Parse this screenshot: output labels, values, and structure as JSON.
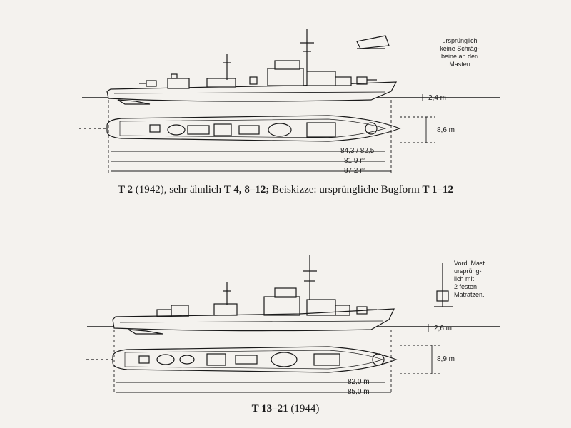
{
  "caption_top": {
    "parts": [
      {
        "text": "T 2",
        "bold": true
      },
      {
        "text": " (1942), sehr ähnlich ",
        "bold": false
      },
      {
        "text": "T 4, 8–12;",
        "bold": true
      },
      {
        "text": " Beiskizze: ursprüngliche Bugform ",
        "bold": false
      },
      {
        "text": "T 1–12",
        "bold": true
      }
    ]
  },
  "caption_bottom": {
    "parts": [
      {
        "text": "T 13–21",
        "bold": true
      },
      {
        "text": " (1944)",
        "bold": false
      }
    ]
  },
  "note_top": [
    "ursprünglich",
    "keine Schräg-",
    "beine an den",
    "Masten"
  ],
  "note_bottom": [
    "Vord. Mast",
    "ursprüng-",
    "lich mit",
    "2 festen",
    "Matratzen."
  ],
  "dims_top": {
    "draught": "2,4 m",
    "beam": "8,6 m",
    "len_a": "84,3 / 82,5",
    "len_b": "81,9 m",
    "len_c": "87,2 m"
  },
  "dims_bottom": {
    "draught": "2,6 m",
    "beam": "8,9 m",
    "len_a": "82,0 m",
    "len_b": "85,0 m"
  },
  "colors": {
    "ink": "#1a1a1a",
    "paper": "#f4f2ee"
  }
}
